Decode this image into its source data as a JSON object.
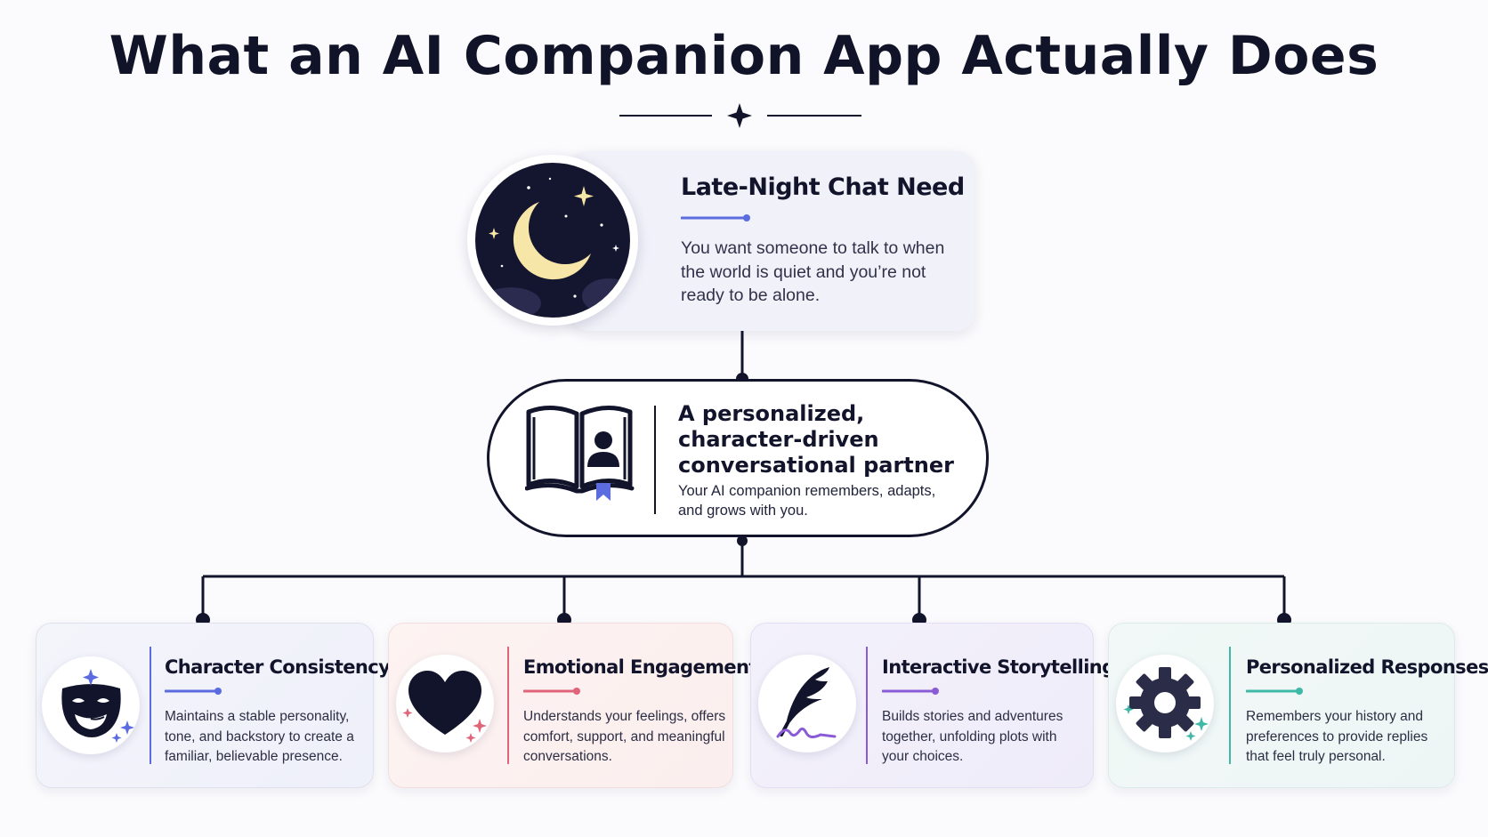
{
  "title": "What an AI Companion App Actually Does",
  "need": {
    "title": "Late-Night Chat Need",
    "description": "You want someone to talk to when the world is quiet and you’re not ready to be alone.",
    "icon": "moon-night-icon"
  },
  "partner": {
    "title": "A personalized, character-driven conversational partner",
    "description": "Your AI companion remembers, adapts, and grows with you.",
    "icon": "book-person-icon"
  },
  "features": [
    {
      "title": "Character Consistency",
      "description": "Maintains a stable personality, tone, and backstory to create a familiar, believable presence.",
      "icon": "theater-mask-icon",
      "accent": "#5b6be0"
    },
    {
      "title": "Emotional Engagement",
      "description": "Understands your feelings, offers comfort, support, and meaningful conversations.",
      "icon": "heart-icon",
      "accent": "#e0647a"
    },
    {
      "title": "Interactive Storytelling",
      "description": "Builds stories and adventures together, unfolding plots with your choices.",
      "icon": "feather-quill-icon",
      "accent": "#8a5bd6"
    },
    {
      "title": "Personalized Responses",
      "description": "Remembers your history and preferences to provide replies that feel truly personal.",
      "icon": "gear-icon",
      "accent": "#3fb8a6"
    }
  ]
}
